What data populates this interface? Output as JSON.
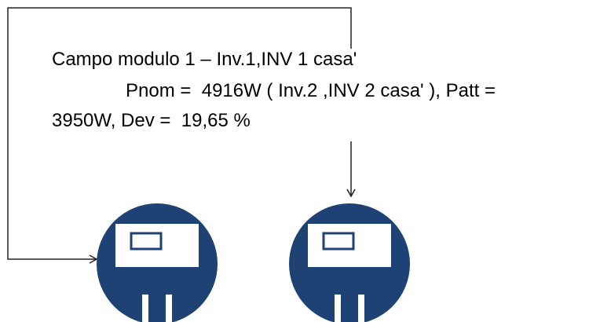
{
  "annotation": {
    "line1": "Campo modulo 1 – Inv.1,INV 1 casa'",
    "line2": "Pnom =  4916W ( Inv.2 ,INV 2 casa' ), Patt =",
    "line3": "3950W, Dev =  19,65 %"
  },
  "colors": {
    "inverter_fill": "#1f4274",
    "inverter_body": "#ffffff",
    "connector": "#222222"
  },
  "icons": [
    "inverter-icon",
    "inverter-icon"
  ]
}
